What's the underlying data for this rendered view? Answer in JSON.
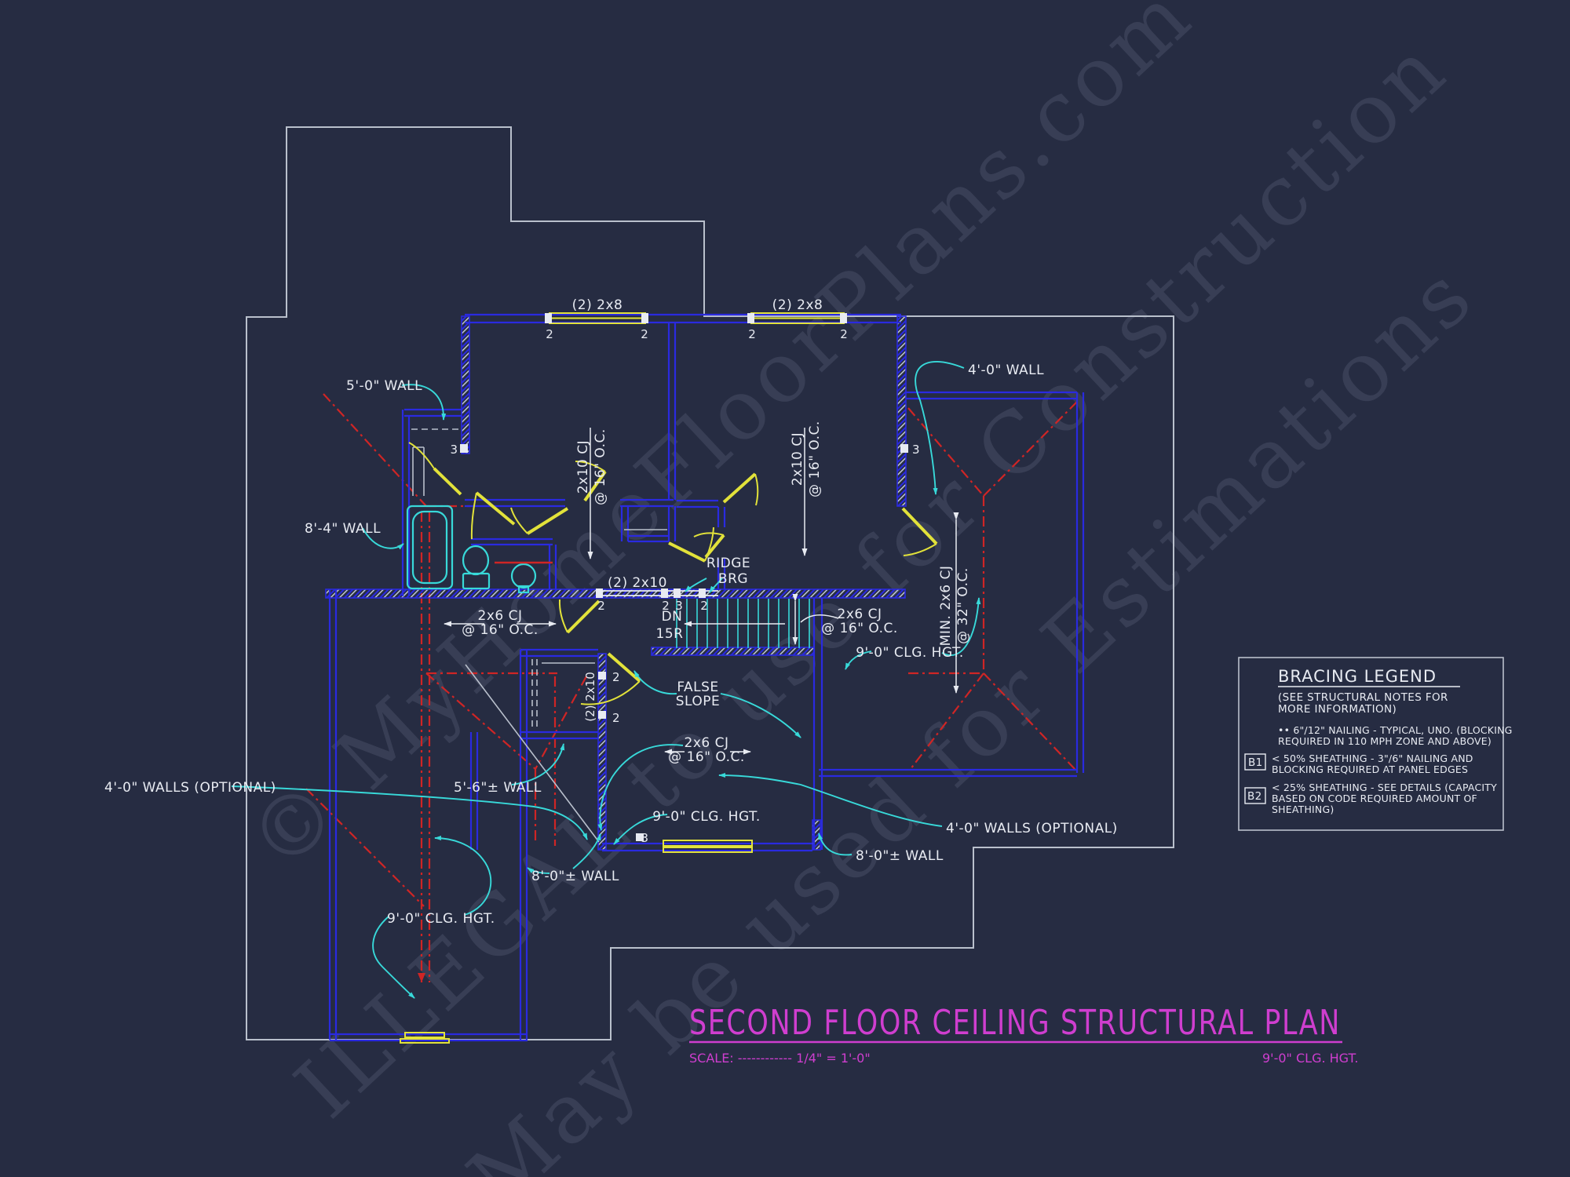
{
  "title_block": {
    "title": "SECOND FLOOR CEILING STRUCTURAL PLAN",
    "scale_label": "SCALE: ------------ 1/4\" = 1'-0\"",
    "ceiling_height": "9'-0\" CLG. HGT."
  },
  "legend": {
    "title": "BRACING LEGEND",
    "subtitle_line1": "(SEE STRUCTURAL NOTES FOR",
    "subtitle_line2": "MORE INFORMATION)",
    "typical_line1": "•• 6\"/12\" NAILING - TYPICAL, UNO. (BLOCKING",
    "typical_line2": "REQUIRED IN 110 MPH ZONE AND ABOVE)",
    "b1_tag": "B1",
    "b1_line1": "< 50% SHEATHING - 3\"/6\" NAILING AND",
    "b1_line2": "BLOCKING REQUIRED AT PANEL EDGES",
    "b2_tag": "B2",
    "b2_line1": "< 25% SHEATHING - SEE DETAILS (CAPACITY",
    "b2_line2": "BASED ON CODE REQUIRED AMOUNT OF",
    "b2_line3": "SHEATHING)"
  },
  "labels": {
    "wall_5_0": "5'-0\" WALL",
    "wall_8_4": "8'-4\" WALL",
    "wall_4_0": "4'-0\" WALL",
    "walls_4_0_optional": "4'-0\" WALLS (OPTIONAL)",
    "wall_5_6": "5'-6\"± WALL",
    "wall_8_0": "8'-0\"± WALL",
    "clg_9_0": "9'-0\" CLG. HGT.",
    "header_2x8": "(2) 2x8",
    "header_2x10": "(2) 2x10",
    "joist_2x10": "2x10 CJ",
    "joist_2x10_oc": "@ 16\" O.C.",
    "joist_2x6": "2x6 CJ",
    "joist_2x6_oc": "@ 16\" O.C.",
    "joist_min_2x6": "MIN. 2x6 CJ",
    "joist_min_2x6_oc": "@ 32\" O.C.",
    "ridge_line1": "RIDGE",
    "ridge_line2": "BRG",
    "false_line1": "FALSE",
    "false_line2": "SLOPE",
    "stair_dn": "DN",
    "stair_15r": "15R",
    "marker_2": "2",
    "marker_3": "3"
  },
  "watermark": {
    "line1": "© MyHomeFloorPlans.com",
    "line2": "ILLEGAL to use for Construction",
    "line3": "May be used for Estimations"
  },
  "colors": {
    "c-bg": "#262c42",
    "c-wall": "#2a2ae0",
    "c-yellow": "#e2e23a",
    "c-cyan": "#38d9d9",
    "c-red": "#cf2525",
    "c-white": "#e8ebf2",
    "c-gray": "#b9c0cc",
    "c-magenta": "#cf3ecf"
  }
}
